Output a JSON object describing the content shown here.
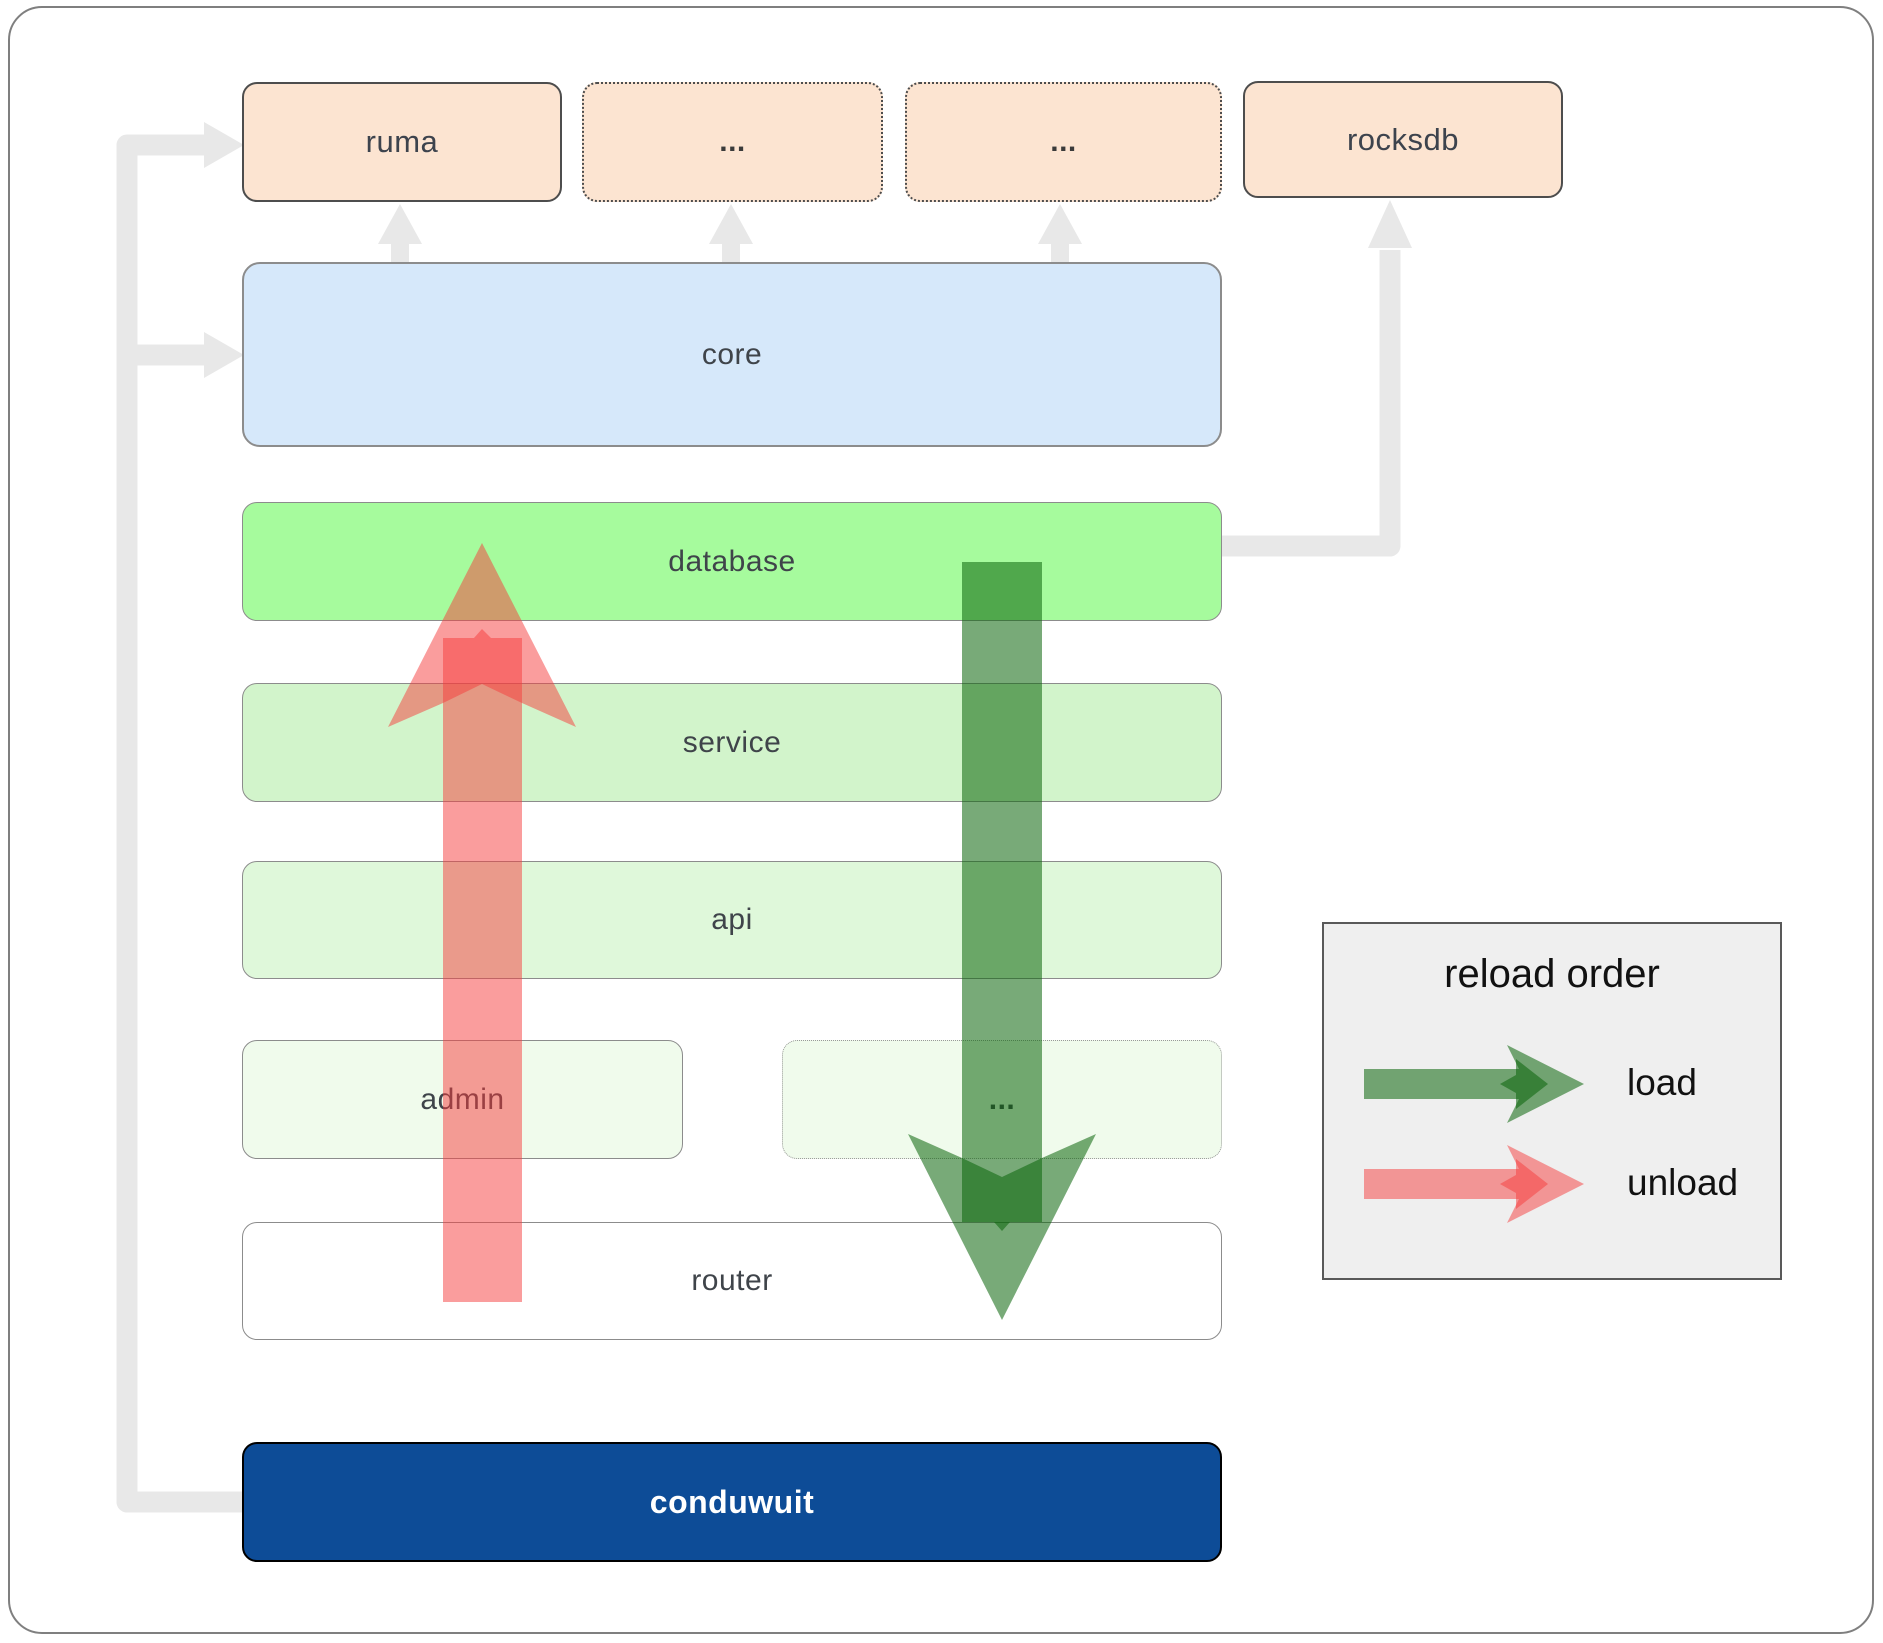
{
  "boxes": {
    "ruma": "ruma",
    "dots_top_1": "...",
    "dots_top_2": "...",
    "rocksdb": "rocksdb",
    "core": "core",
    "database": "database",
    "service": "service",
    "api": "api",
    "admin": "admin",
    "dots_mid": "...",
    "router": "router",
    "conduwuit": "conduwuit"
  },
  "legend": {
    "title": "reload order",
    "items": [
      {
        "label": "load",
        "color": "#0a640a"
      },
      {
        "label": "unload",
        "color": "#f63c3c"
      }
    ]
  },
  "colors": {
    "peach": "#fce4d1",
    "blue": "#d6e8fa",
    "green-db": "#a6fb9d",
    "green-service": "#d2f4cb",
    "green-api": "#dff8da",
    "green-faint": "#f0fbec",
    "conduwuit-bg": "#0d4c97",
    "label": "#3f444a",
    "arrow-red": "#f63c3c",
    "arrow-green": "#0a640a",
    "connector": "#e8e8e8",
    "legend-bg": "#efefef"
  }
}
